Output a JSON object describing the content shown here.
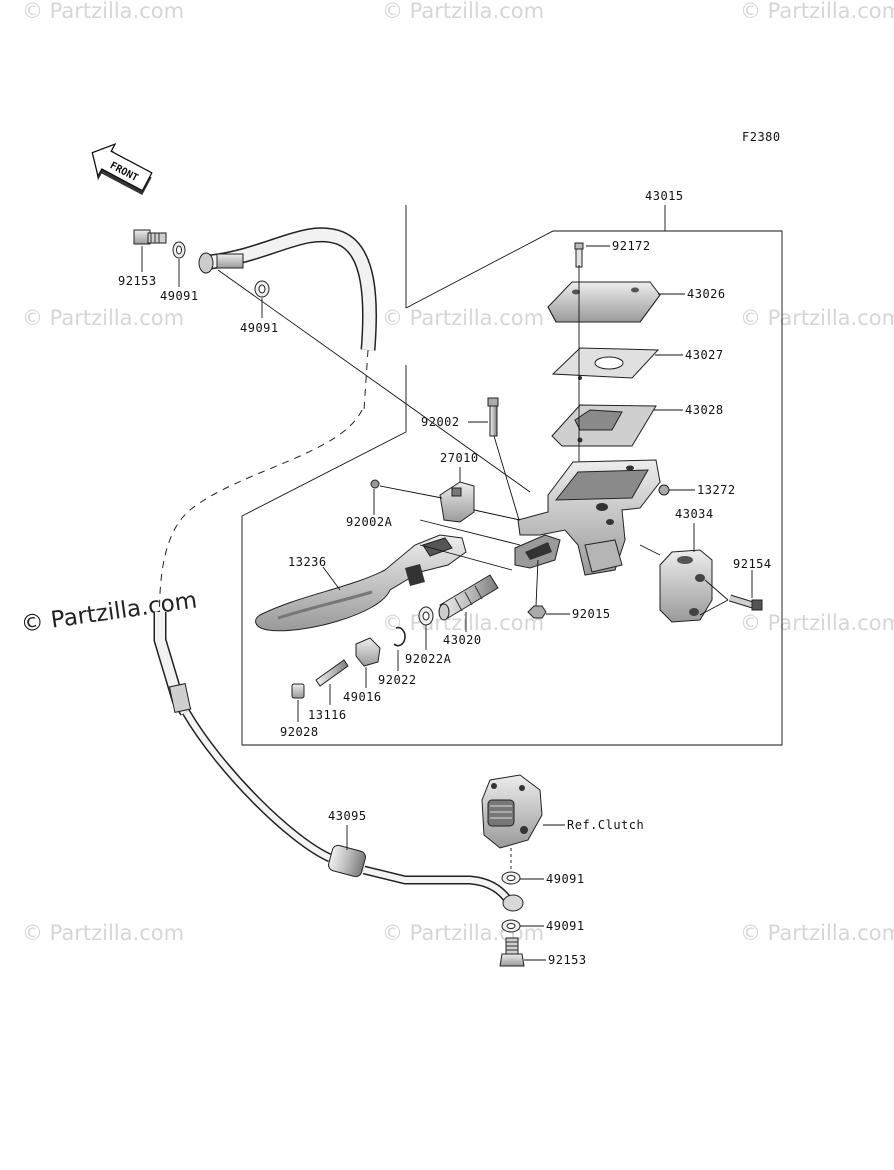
{
  "figure_code": "F2380",
  "front_arrow": {
    "text": "FRONT"
  },
  "watermark": {
    "brand": "© Partzilla.com"
  },
  "labels": {
    "p43015": "43015",
    "p92172": "92172",
    "p43026": "43026",
    "p43027": "43027",
    "p43028": "43028",
    "p92002": "92002",
    "p27010": "27010",
    "p13272": "13272",
    "p43034": "43034",
    "p92002A": "92002A",
    "p13236": "13236",
    "p92154": "92154",
    "p92015": "92015",
    "p43020": "43020",
    "p92022A": "92022A",
    "p92022": "92022",
    "p49016": "49016",
    "p13116": "13116",
    "p92028": "92028",
    "p92153a": "92153",
    "p49091a": "49091",
    "p49091b": "49091",
    "p43095": "43095",
    "ref_clutch": "Ref.Clutch",
    "p49091c": "49091",
    "p49091d": "49091",
    "p92153b": "92153"
  },
  "colors": {
    "line": "#111111",
    "part_fill": "#cccccc",
    "part_dark": "#8a8a8a",
    "watermark": "#d6d6d6"
  }
}
